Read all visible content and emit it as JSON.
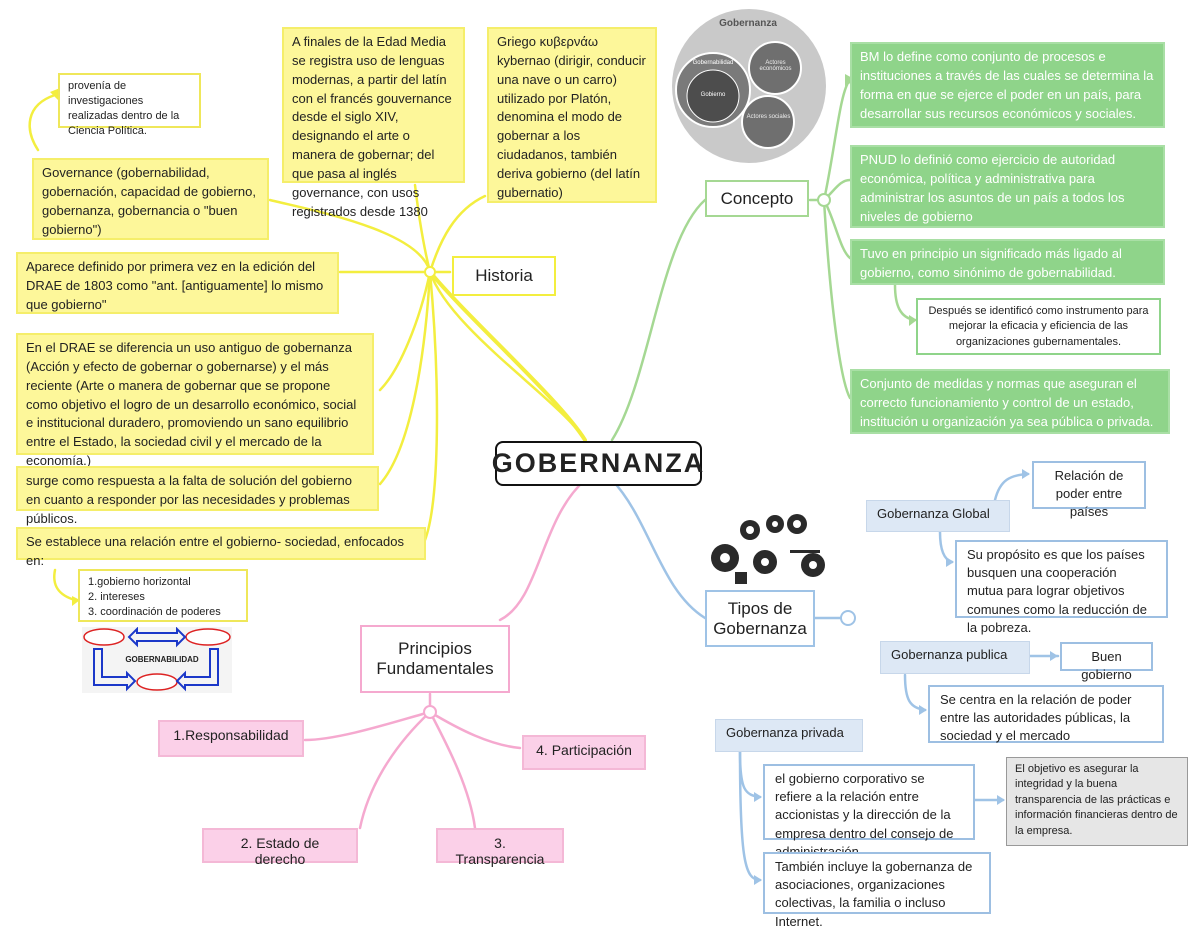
{
  "center": "GOBERNANZA",
  "branches": {
    "historia": "Historia",
    "concepto": "Concepto",
    "tipos": "Tipos de Gobernanza",
    "principios": "Principios Fundamentales"
  },
  "historia": {
    "ciencia_politica": "provenía de investigaciones realizadas dentro de la Ciencia Política.",
    "governance": "Governance (gobernabilidad, gobernación, capacidad de gobierno, gobernanza, gobernancia o \"buen gobierno\")",
    "edad_media": "A finales de la Edad Media se registra uso de lenguas modernas, a partir del latín con el francés gouvernance desde el siglo XIV, designando el arte o manera de gobernar; del que pasa al inglés governance, con usos registrados desde 1380",
    "griego": "Griego κυβερνάω kybernao (dirigir, conducir una nave o un carro) utilizado por Platón, denomina el modo de gobernar a los ciudadanos, también deriva gobierno (del latín gubernatio)",
    "drae_1803": "Aparece definido por primera vez en la edición del DRAE de 1803 como \"ant. [antiguamente] lo mismo que gobierno\"",
    "drae_uso": "En el DRAE se diferencia un uso antiguo de gobernanza (Acción y efecto de gobernar o gobernarse) y el más reciente (Arte o manera de gobernar que se propone como objetivo el logro de un desarrollo económico, social e institucional duradero, promoviendo un sano equilibrio entre el Estado, la sociedad civil y el mercado de la economía.)",
    "respuesta": "surge como respuesta a la falta de solución del gobierno en cuanto a responder por las necesidades y problemas públicos.",
    "relacion": "Se establece una relación entre el gobierno- sociedad, enfocados en:",
    "enfoques": [
      "1.gobierno horizontal",
      "2. intereses",
      "3. coordinación de poderes"
    ],
    "gobernabilidad_label": "GOBERNABILIDAD"
  },
  "venn": {
    "title": "Gobernanza",
    "gobernabilidad": "Gobernabilidad",
    "gobierno": "Gobierno",
    "actores_economicos": "Actores económicos",
    "actores_sociales": "Actores sociales"
  },
  "concepto": {
    "bm": "BM lo define como conjunto de procesos e instituciones a través de las cuales se determina la forma en que se ejerce el poder en un país, para desarrollar sus recursos económicos y sociales.",
    "pnud": "PNUD lo definió como ejercicio de autoridad económica, política y administrativa para administrar los asuntos de un país a todos los niveles de gobierno",
    "principio": "Tuvo en principio un significado más ligado al gobierno, como sinónimo de gobernabilidad.",
    "instrumento": "Después se identificó como instrumento para mejorar la eficacia y eficiencia de las organizaciones gubernamentales.",
    "medidas": "Conjunto de medidas y normas que aseguran el correcto funcionamiento y control de un estado, institución u organización ya sea pública o privada."
  },
  "tipos": {
    "global": "Gobernanza Global",
    "global_rel": "Relación de poder entre países",
    "global_prop": "Su propósito es que los países busquen una cooperación mutua para lograr objetivos comunes como la reducción de la pobreza.",
    "publica": "Gobernanza publica",
    "buen_gobierno": "Buen gobierno",
    "publica_desc": "Se centra en la relación de poder entre las autoridades públicas, la sociedad y el mercado",
    "privada": "Gobernanza privada",
    "corporativo": "el gobierno corporativo se refiere a la relación entre accionistas y la dirección de la empresa dentro del consejo de administración.",
    "objetivo": "El objetivo es asegurar la integridad y la buena transparencia de las prácticas e información financieras dentro de la empresa.",
    "incluye": "También incluye la gobernanza de asociaciones, organizaciones colectivas, la familia o incluso Internet."
  },
  "principios": {
    "p1": "1.Responsabilidad",
    "p2": "2. Estado de derecho",
    "p3": "3. Transparencia",
    "p4": "4. Participación"
  },
  "colors": {
    "historia": "#f3ee3f",
    "concepto": "#a5d893",
    "tipos": "#9fc3e6",
    "principios": "#f5a9cf"
  }
}
